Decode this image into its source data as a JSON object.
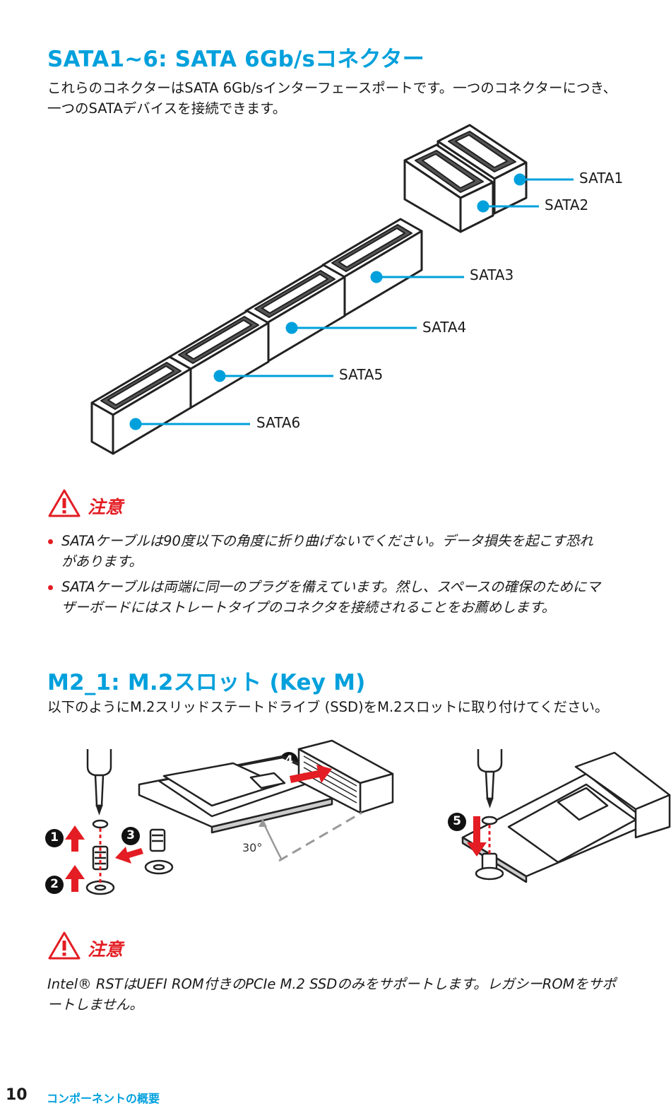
{
  "sata": {
    "title": "SATA1~6: SATA 6Gb/sコネクター",
    "description_line1": "これらのコネクターはSATA 6Gb/sインターフェースポートです。一つのコネクターにつき、",
    "description_line2": "一つのSATAデバイスを接続できます。",
    "labels": [
      "SATA1",
      "SATA2",
      "SATA3",
      "SATA4",
      "SATA5",
      "SATA6"
    ]
  },
  "caution1": {
    "title": "注意",
    "items": [
      {
        "line1": "SATAケーブルは90度以下の角度に折り曲げないでください。データ損失を起こす恐れ",
        "line2": "があります。"
      },
      {
        "line1": "SATAケーブルは両端に同一のプラグを備えています。然し、スペースの確保のためにマ",
        "line2": "ザーボードにはストレートタイプのコネクタを接続されることをお薦めします。"
      }
    ]
  },
  "m2": {
    "title": "M2_1: M.2スロット (Key M)",
    "description": "以下のようにM.2スリッドステートドライブ (SSD)をM.2スロットに取り付けてください。",
    "angle_label": "30°",
    "step_numbers": [
      "1",
      "2",
      "3",
      "4",
      "5"
    ]
  },
  "caution2": {
    "title": "注意",
    "line1": "Intel® RSTはUEFI ROM付きのPCIe M.2 SSDのみをサポートします。レガシーROMをサポ",
    "line2": "ートしません。"
  },
  "footer": {
    "page_number": "10",
    "section": "コンポーネントの概要"
  },
  "colors": {
    "accent_blue": "#00a0dc",
    "caution_red": "#e31d23",
    "arrow_red": "#e31d23"
  }
}
